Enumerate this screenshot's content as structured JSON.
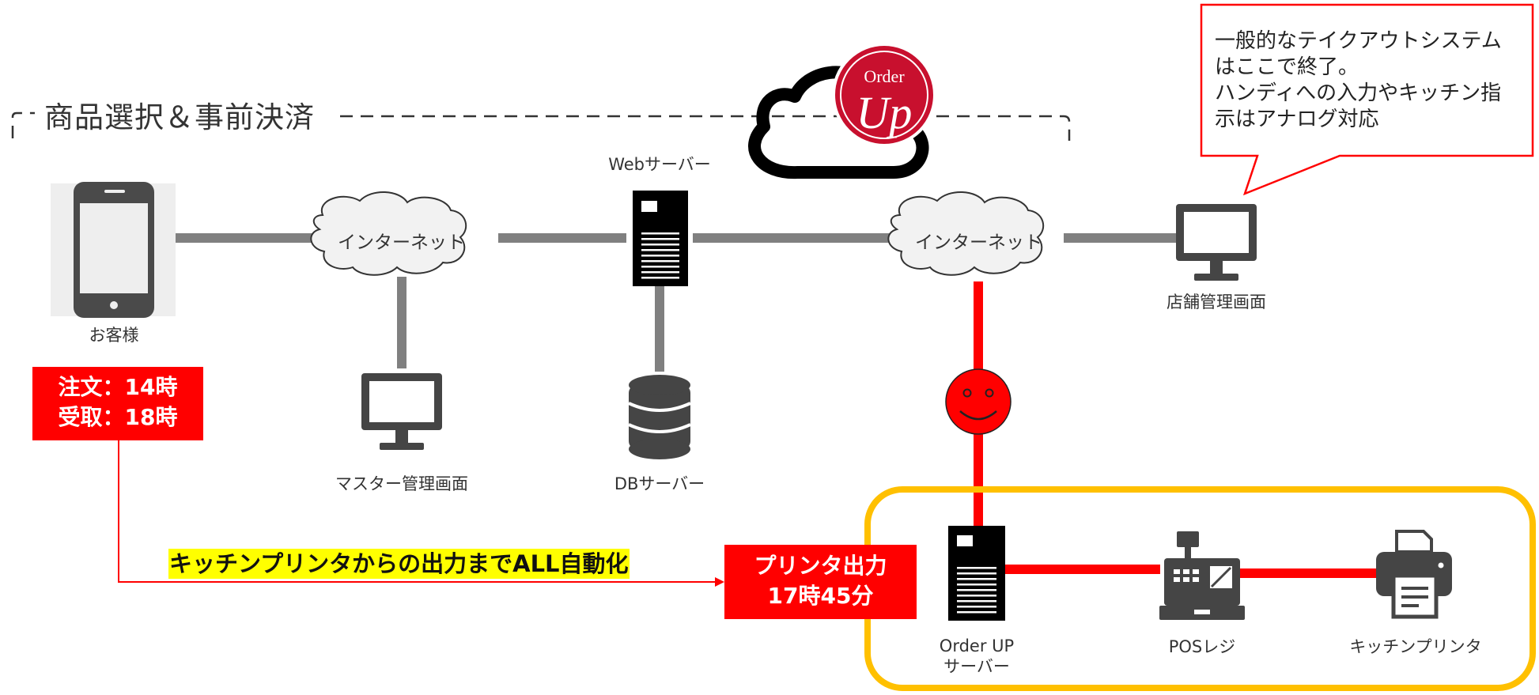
{
  "section": {
    "title": "商品選択＆事前決済"
  },
  "logo": {
    "line1": "Order",
    "line2": "Up"
  },
  "nodes": {
    "customer": "お客様",
    "internet_left": "インターネット",
    "internet_right": "インターネット",
    "master_admin": "マスター管理画面",
    "web_server": "Webサーバー",
    "db_server": "DBサーバー",
    "store_admin": "店舗管理画面",
    "orderup_server_line1": "Order UP",
    "orderup_server_line2": "サーバー",
    "pos": "POSレジ",
    "kitchen_printer": "キッチンプリンタ"
  },
  "callout": {
    "lines": [
      "一般的なテイクアウトシステム",
      "はここで終了。",
      "ハンディへの入力やキッチン指",
      "示はアナログ対応"
    ]
  },
  "order_box": {
    "line1": "注文：14時",
    "line2": "受取：18時"
  },
  "flow_label": "キッチンプリンタからの出力までALL自動化",
  "print_box": {
    "line1": "プリンタ出力",
    "line2": "17時45分"
  },
  "colors": {
    "accent": "#ff0000",
    "highlight": "#ffff00",
    "boundary": "#ffc000",
    "link_gray": "#808080",
    "icon_dark": "#444444",
    "logo_red": "#c8102e"
  }
}
